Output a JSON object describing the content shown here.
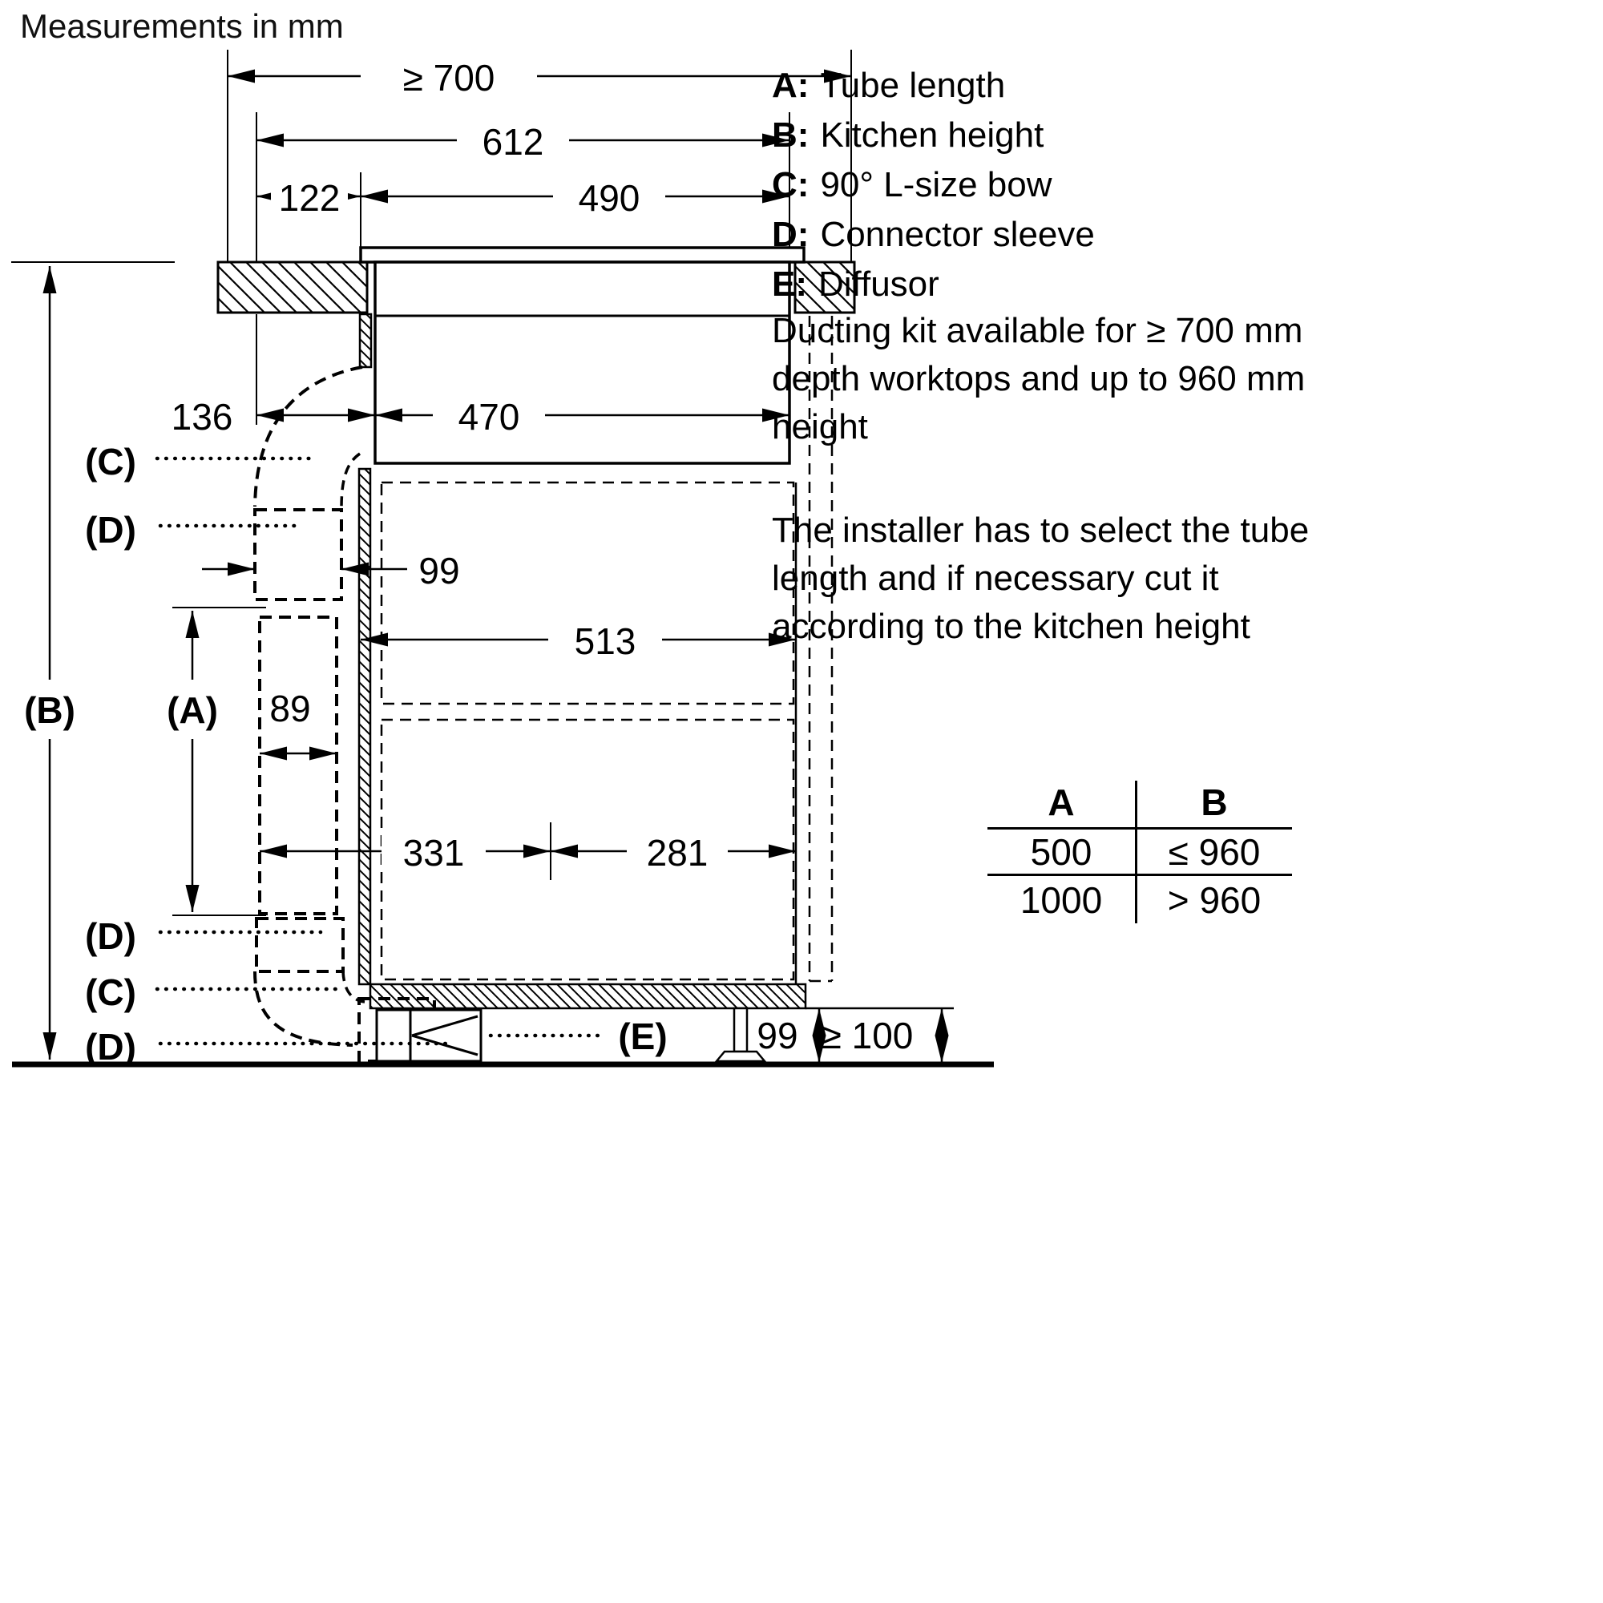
{
  "title": "Measurements in mm",
  "legend": {
    "items": [
      {
        "key": "A:",
        "label": "Tube length"
      },
      {
        "key": "B:",
        "label": "Kitchen height"
      },
      {
        "key": "C:",
        "label": "90° L-size bow"
      },
      {
        "key": "D:",
        "label": "Connector sleeve"
      },
      {
        "key": "E:",
        "label": "Diffusor"
      }
    ]
  },
  "notes": {
    "ducting_lines": [
      "Ducting kit available for ≥ 700 mm",
      "depth worktops and up to 960 mm",
      "height"
    ],
    "installer_lines": [
      "The installer has to select the tube",
      "length and if necessary cut it",
      "according to the kitchen height"
    ]
  },
  "table": {
    "col_a": "A",
    "col_b": "B",
    "rows": [
      {
        "a": "500",
        "b": "≤ 960"
      },
      {
        "a": "1000",
        "b": "> 960"
      }
    ]
  },
  "dims": {
    "worktop_depth": "≥ 700",
    "hob_width": "612",
    "left_offset": "122",
    "cutout_width": "490",
    "duct_offset": "136",
    "hob_body_width": "470",
    "connector_width": "99",
    "cabinet_inner_width": "513",
    "tube_width": "89",
    "bottom_left": "331",
    "bottom_right": "281",
    "plinth_height": "99",
    "floor_clearance": "≥ 100"
  },
  "callouts": {
    "a": "(A)",
    "b": "(B)",
    "c": "(C)",
    "d": "(D)",
    "e": "(E)"
  }
}
